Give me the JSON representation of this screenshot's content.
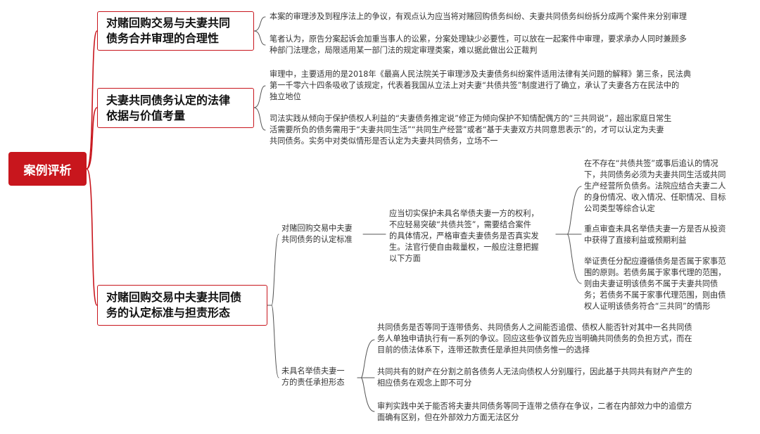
{
  "root": {
    "label": "案例评析"
  },
  "branches": [
    {
      "title_lines": [
        "对赌回购交易与夫妻共同",
        "债务合并审理的合理性"
      ],
      "paragraphs": [
        [
          "本案的审理涉及到程序法上的争议，有观点认为应当将对赌回购债务纠纷、夫妻共同债务纠纷拆分成两个案件来分别审理"
        ],
        [
          "笔者认为，原告分案起诉会加重当事人的讼累，分案处理缺少必要性，可以放在一起案件中审理，要求承办人同时兼顾多",
          "种部门法理念，局限适用某一部门法的规定审理类案，难以据此做出公正裁判"
        ]
      ]
    },
    {
      "title_lines": [
        "夫妻共同债务认定的法律",
        "依据与价值考量"
      ],
      "paragraphs": [
        [
          "审理中，主要适用的是2018年《最高人民法院关于审理涉及夫妻债务纠纷案件适用法律有关问题的解释》第三条，民法典",
          "第一千零六十四条吸收了该规定，代表着我国从立法上对夫妻“共债共签”制度进行了确立，承认了夫妻各方在民法中的",
          "独立地位"
        ],
        [
          "司法实践从倾向于保护债权人利益的“夫妻债务推定说”修正为倾向保护不知情配偶方的“三共同说”，超出家庭日常生",
          "活需要所负的债务需用于“夫妻共同生活”“共同生产经营”或者“基于夫妻双方共同意思表示”的，才可以认定为夫妻",
          "共同债务。实务中对类似情形是否认定为夫妻共同债务，立场不一"
        ]
      ]
    },
    {
      "title_lines": [
        "对赌回购交易中夫妻共同债",
        "务的认定标准与担责形态"
      ],
      "sub_topics": [
        {
          "label_lines": [
            "对赌回购交易中夫妻",
            "共同债务的认定标准"
          ],
          "intro_lines": [
            "应当切实保护未具名举债夫妻一方的权利，",
            "不应轻易突破“共债共签”，需要结合案件",
            "的具体情况，严格审查夫妻债务是否真实发",
            "生。法官行使自由裁量权，一般应注意把握",
            "以下方面"
          ],
          "points": [
            [
              "在不存在“共债共签”或事后追认的情况",
              "下，共同债务必须为夫妻共同生活或共同",
              "生产经营所负债务。法院应结合夫妻二人",
              "的身份情况、收入情况、任职情况、目标",
              "公司类型等综合认定"
            ],
            [
              "重点审查未具名举债夫妻一方是否从投资",
              "中获得了直接利益或预期利益"
            ],
            [
              "举证责任分配应遵循债务是否属于家事范",
              "围的原则。若债务属于家事代理的范围，",
              "则由夫妻证明该债务不属于夫妻共同债",
              "务；若债务不属于家事代理范围，则由债",
              "权人证明该债务符合“三共同”的情形"
            ]
          ]
        },
        {
          "label_lines": [
            "未具名举债夫妻一",
            "方的责任承担形态"
          ],
          "points": [
            [
              "共同债务是否等同于连带债务、共同债务人之间能否追偿、债权人能否针对其中一名共同债",
              "务人单独申请执行有一系列的争议。回应这些争议首先应当明确共同债务的负担方式，而在",
              "目前的债法体系下，连带还款责任是承担共同债务惟一的选择"
            ],
            [
              "共同共有的财产在分割之前各债务人无法向债权人分别履行，因此基于共同共有财产产生的",
              "相应债务在观念上即不可分"
            ],
            [
              "审判实践中关于能否将夫妻共同债务等同于连带之债存在争议，二者在内部效力中的追偿方",
              "面确有区别，但在外部效力方面无法区分"
            ]
          ]
        }
      ]
    }
  ]
}
